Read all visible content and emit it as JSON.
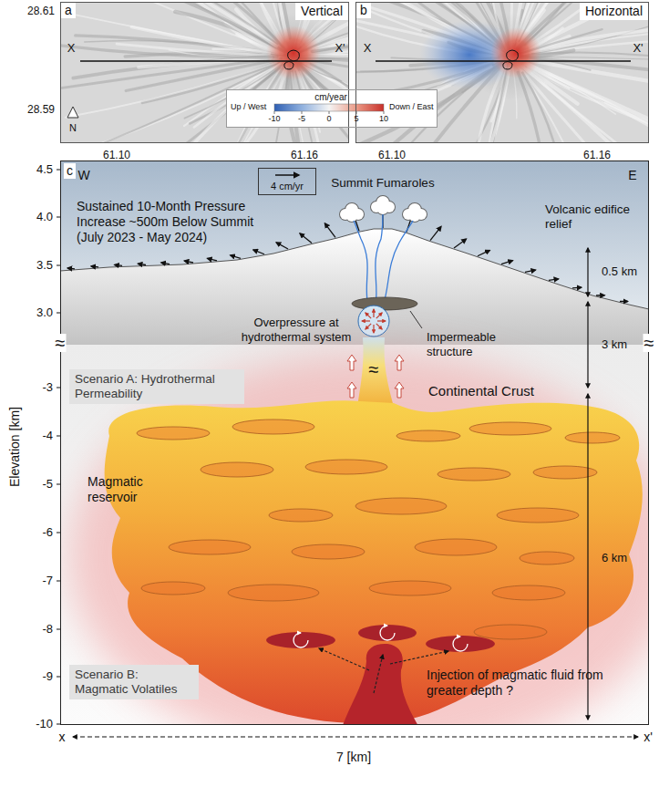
{
  "diagram": {
    "nodes": [
      {
        "text": [
          "a",
          "Vertical"
        ]
      },
      {
        "text": [
          "b",
          "Horizontal"
        ]
      },
      {
        "text": [
          "cm/year",
          "Up / West",
          "-10",
          "-5",
          "0",
          "5",
          "10",
          "Down / East"
        ]
      },
      {
        "text": [
          "c"
        ]
      },
      {
        "text": [
          "4 cm/yr"
        ],
        "in": 3
      },
      {
        "text": [
          "Scenario A: Hydrothermal Permeability"
        ],
        "in": 3
      },
      {
        "text": [
          "Scenario B: Magmatic Volatiles"
        ],
        "in": 3
      }
    ],
    "labels": [
      "28.61",
      "28.59",
      "X",
      "X'",
      "N",
      "61.10",
      "61.16",
      "X",
      "X'",
      "61.10",
      "61.16",
      "W",
      "E",
      "Summit Fumaroles",
      "Sustained 10-Month Pressure Increase ~500m Below Summit (July 2023 - May 2024)",
      "Volcanic edifice relief",
      "0.5 km",
      "3 km",
      "6 km",
      "Overpressure at hydrothermal system",
      "Impermeable structure",
      "Continental Crust",
      "Magmatic reservoir",
      "Injection of magmatic fluid from greater depth ?",
      "Elevation [km]",
      "4.5",
      "4.0",
      "3.5",
      "3.0",
      "-3",
      "-4",
      "-5",
      "-6",
      "-7",
      "-8",
      "-9",
      "-10",
      "≈",
      "≈",
      "≈",
      "x",
      "x'",
      "7 [km]"
    ]
  }
}
